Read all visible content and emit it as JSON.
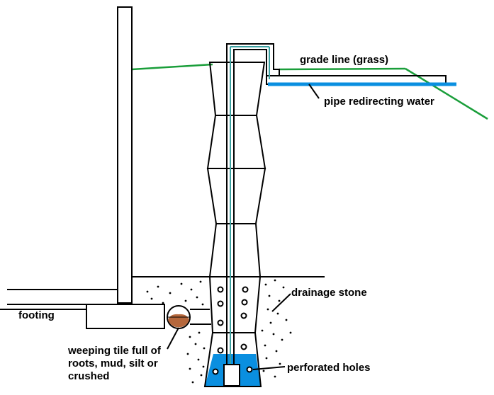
{
  "labels": {
    "grade_line": "grade line (grass)",
    "pipe": "pipe redirecting water",
    "drainage_stone": "drainage stone",
    "footing": "footing",
    "weeping_tile_line1": "weeping tile full of",
    "weeping_tile_line2": "roots, mud, silt or",
    "weeping_tile_line3": "crushed",
    "perforated_holes": "perforated holes"
  },
  "colors": {
    "outline": "#000000",
    "grass": "#1a9e3a",
    "pipe": "#0a8fe0",
    "water": "#0a8fe0",
    "mud": "#b5673c",
    "inner_pipe": "#3aa0a0"
  }
}
